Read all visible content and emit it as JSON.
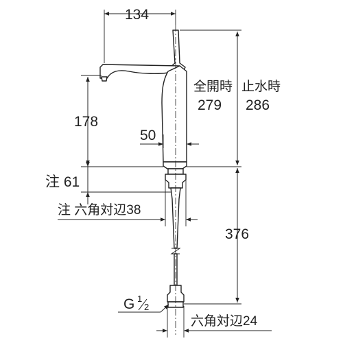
{
  "dimensions": {
    "top_width": "134",
    "spout_height": "178",
    "base_width": "50",
    "note_height": "注 61",
    "hex_nut": "注 六角対辺38",
    "total_length": "376",
    "open_label": "全開時",
    "open_value": "279",
    "stop_label": "止水時",
    "stop_value": "286",
    "thread_g": "G",
    "thread_frac_num": "1",
    "thread_frac_den": "2",
    "hex_bottom": "六角対辺24"
  }
}
